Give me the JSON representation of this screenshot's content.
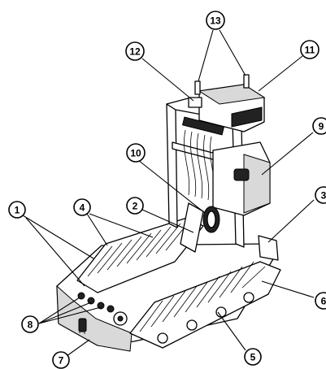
{
  "figure": {
    "callouts": [
      {
        "label": "1"
      },
      {
        "label": "2"
      },
      {
        "label": "3"
      },
      {
        "label": "4"
      },
      {
        "label": "5"
      },
      {
        "label": "6"
      },
      {
        "label": "7"
      },
      {
        "label": "8"
      },
      {
        "label": "9"
      },
      {
        "label": "10"
      },
      {
        "label": "11"
      },
      {
        "label": "12"
      },
      {
        "label": "13"
      }
    ]
  }
}
